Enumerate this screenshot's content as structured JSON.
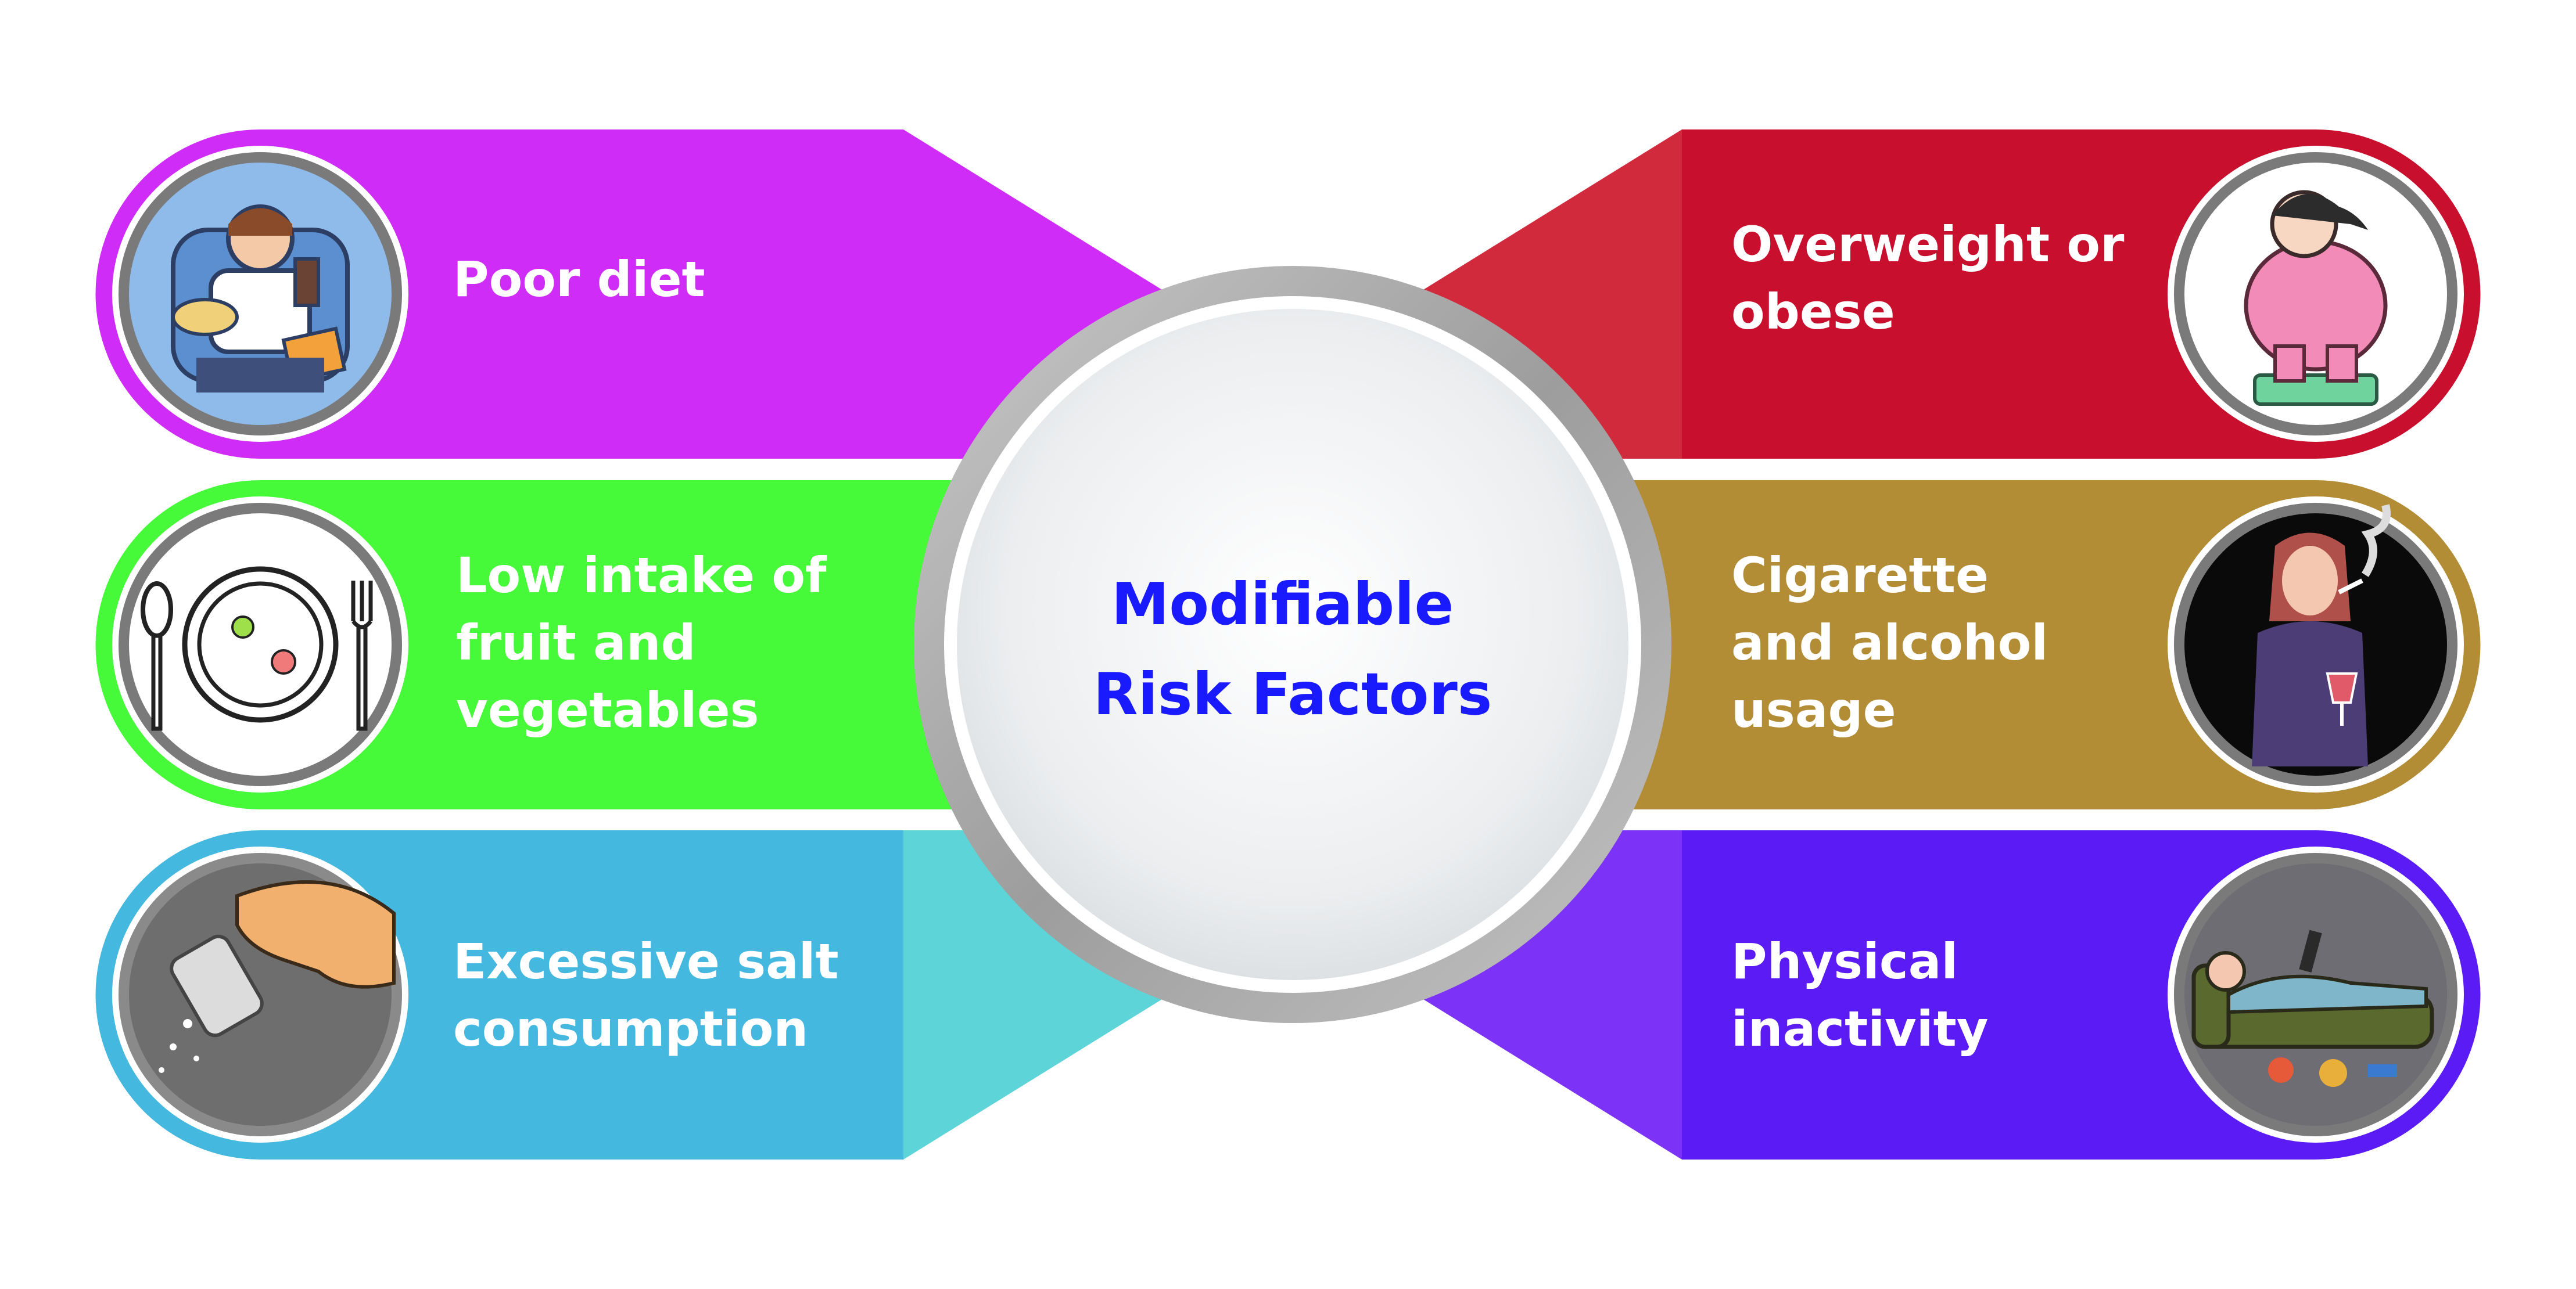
{
  "title": [
    "Modifiable",
    "Risk Factors"
  ],
  "items": [
    {
      "label": [
        "Poor diet"
      ],
      "icon": "person-eating-junk-food-icon",
      "color": "#d02cf7"
    },
    {
      "label": [
        "Low intake of",
        "fruit and",
        "vegetables"
      ],
      "icon": "empty-plate-icon",
      "color": "#46fa3a"
    },
    {
      "label": [
        "Excessive salt",
        "consumption"
      ],
      "icon": "salt-shaker-icon",
      "color": "#45b8e0"
    },
    {
      "label": [
        "Overweight or",
        "obese"
      ],
      "icon": "person-on-scale-icon",
      "color": "#c8102e"
    },
    {
      "label": [
        "Cigarette",
        "and alcohol",
        "usage"
      ],
      "icon": "smoking-drinking-woman-icon",
      "color": "#b38d36"
    },
    {
      "label": [
        "Physical",
        "inactivity"
      ],
      "icon": "person-on-couch-icon",
      "color": "#5b1bf5"
    }
  ]
}
